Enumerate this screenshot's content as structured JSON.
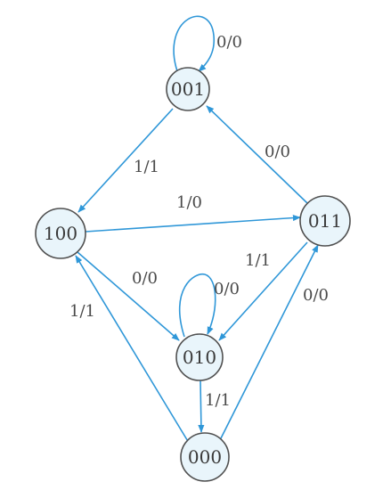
{
  "colors": {
    "edge": "#2f97d8",
    "state_fill": "#e9f5fb",
    "state_stroke": "#505050",
    "text": "#3a3a3a"
  },
  "states": [
    {
      "id": "s001",
      "label": "001"
    },
    {
      "id": "s100",
      "label": "100"
    },
    {
      "id": "s011",
      "label": "011"
    },
    {
      "id": "s010",
      "label": "010"
    },
    {
      "id": "s000",
      "label": "000"
    }
  ],
  "transitions": [
    {
      "id": "t001-001",
      "from": "001",
      "to": "001",
      "label": "0/0"
    },
    {
      "id": "t001-100",
      "from": "001",
      "to": "100",
      "label": "1/1"
    },
    {
      "id": "t100-011",
      "from": "100",
      "to": "011",
      "label": "1/0"
    },
    {
      "id": "t011-001",
      "from": "011",
      "to": "001",
      "label": "0/0"
    },
    {
      "id": "t100-010",
      "from": "100",
      "to": "010",
      "label": "0/0"
    },
    {
      "id": "t010-010",
      "from": "010",
      "to": "010",
      "label": "0/0"
    },
    {
      "id": "t011-010",
      "from": "011",
      "to": "010",
      "label": "1/1"
    },
    {
      "id": "t010-000",
      "from": "010",
      "to": "000",
      "label": "1/1"
    },
    {
      "id": "t000-100",
      "from": "000",
      "to": "100",
      "label": "1/1"
    },
    {
      "id": "t000-011",
      "from": "000",
      "to": "011",
      "label": "0/0"
    }
  ]
}
